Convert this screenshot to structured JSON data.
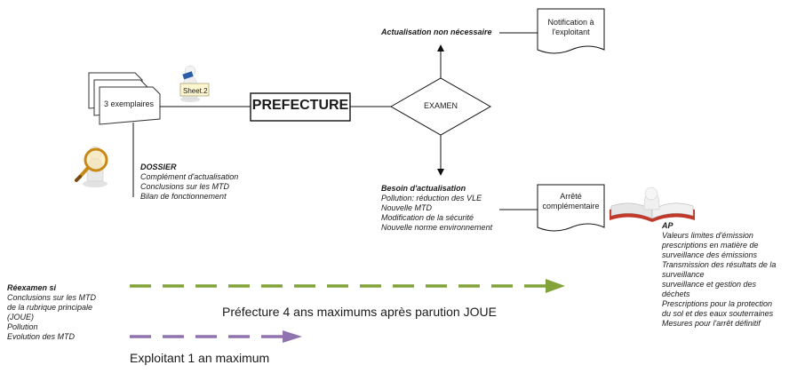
{
  "colors": {
    "green_arrow": "#82a23a",
    "purple_arrow": "#8f72ae",
    "book_red": "#c0392b",
    "line": "#111111"
  },
  "icons": [
    "magnifier-person-icon",
    "person-with-sheet-icon",
    "person-reading-book-icon"
  ],
  "dossier_stack": {
    "label": "3 exemplaires",
    "sheet_label": "Sheet.2"
  },
  "prefecture": {
    "label": "PREFECTURE"
  },
  "examen": {
    "label": "EXAMEN"
  },
  "no_update": {
    "label": "Actualisation non nécessaire"
  },
  "notification": {
    "line1": "Notification à",
    "line2": "l'exploitant"
  },
  "need_update": {
    "title": "Besoin d'actualisation",
    "items": [
      "Pollution: réduction des VLE",
      "Nouvelle MTD",
      "Modification de la sécurité",
      "Nouvelle norme environnement"
    ]
  },
  "arrete": {
    "line1": "Arrêté",
    "line2": "complémentaire"
  },
  "dossier": {
    "title": "DOSSIER",
    "items": [
      "Complément d'actualisation",
      "Conclusions sur les MTD",
      "Bilan de fonctionnement"
    ]
  },
  "ap": {
    "title": "AP",
    "items": [
      "Valeurs limites d'émission",
      "prescriptions en matière de",
      "surveillance des émissions",
      "Transmission des résultats de la",
      "surveillance",
      "surveillance et gestion des",
      "déchets",
      "Prescriptions pour la protection",
      "du sol et des eaux souterraines",
      "Mesures pour l'arrêt définitif"
    ]
  },
  "reexamen": {
    "title": "Réexamen si",
    "items": [
      "Conclusions sur les MTD",
      "de la rubrique principale",
      "(JOUE)",
      "Pollution",
      "Evolution des MTD"
    ]
  },
  "prefecture_delay": {
    "label": "Préfecture 4 ans maximums après parution JOUE"
  },
  "exploitant_delay": {
    "label": "Exploitant 1 an maximum"
  }
}
